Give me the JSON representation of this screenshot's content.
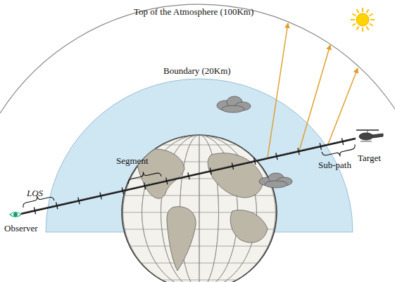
{
  "diagram": {
    "labels": [
      "Top of the Atmosphere (100Km)",
      "Boundary (20Km)",
      "Segment",
      "LOS",
      "Observer",
      "Sub-path",
      "Target"
    ]
  }
}
